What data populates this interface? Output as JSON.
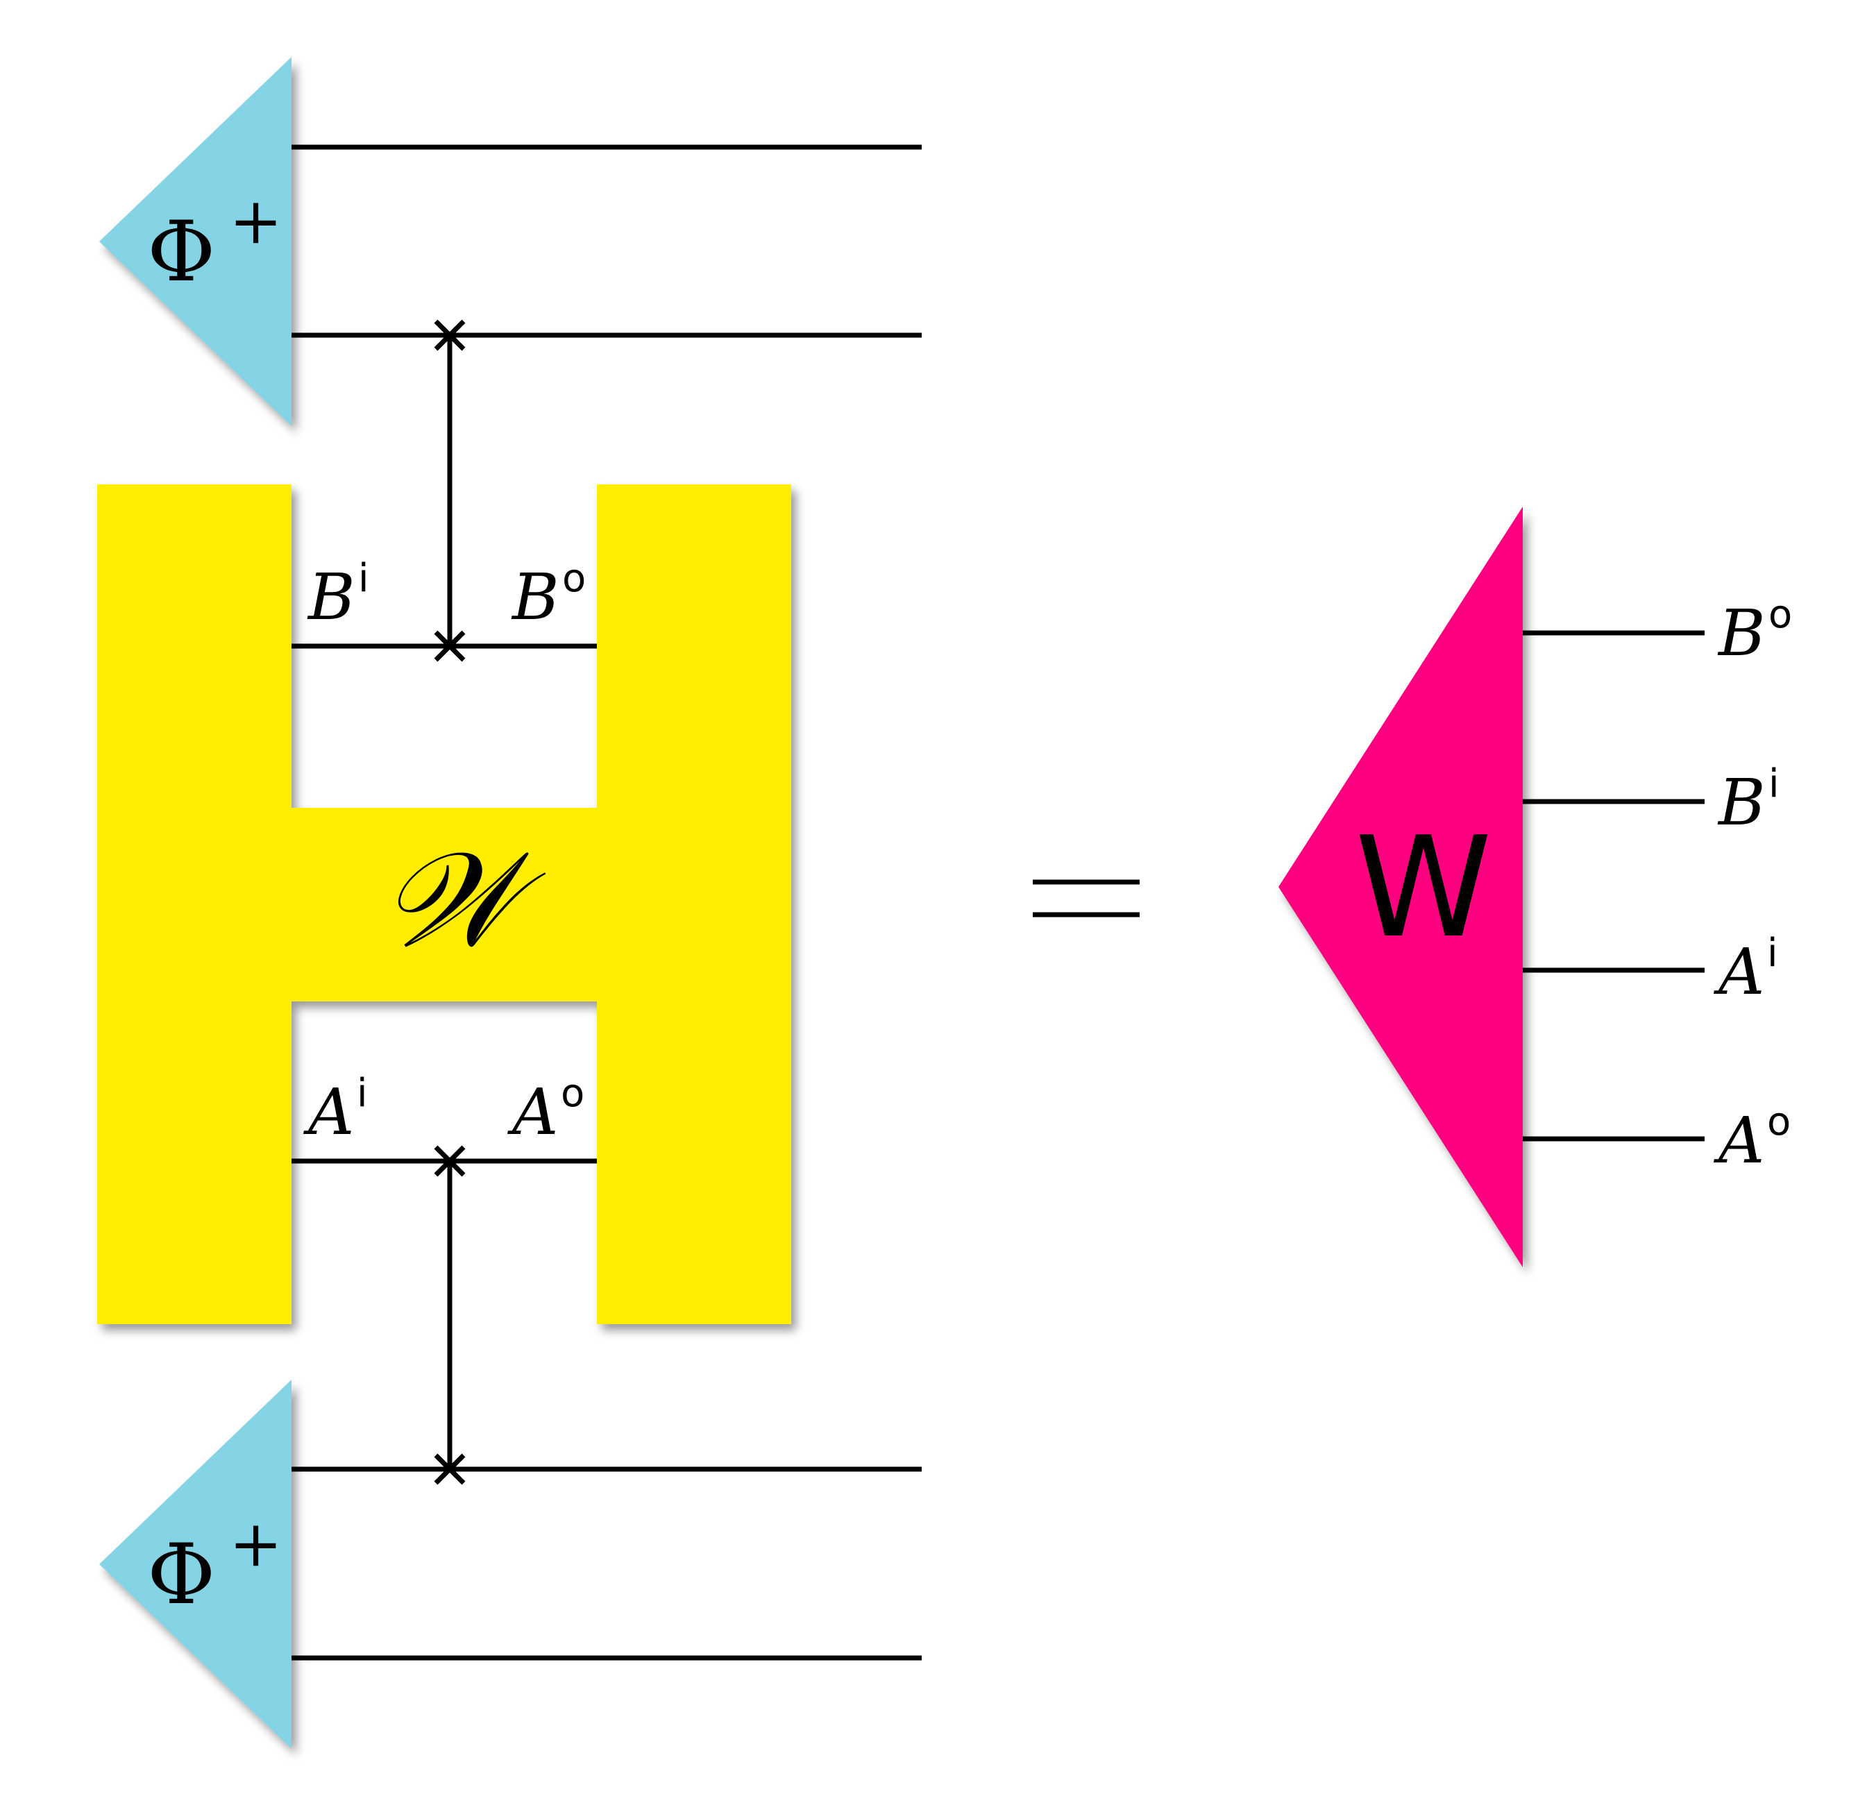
{
  "colors": {
    "state_triangle": "#85D4E5",
    "channel_H": "#FFEE00",
    "result_triangle": "#FF0080",
    "wire": "#000000"
  },
  "top_state": {
    "symbol": "Φ",
    "superscript": "+"
  },
  "bottom_state": {
    "symbol": "Φ",
    "superscript": "+"
  },
  "channel": {
    "symbol": "𝒲"
  },
  "channel_ports": {
    "b_in": {
      "base": "B",
      "sup": "i"
    },
    "b_out": {
      "base": "B",
      "sup": "o"
    },
    "a_in": {
      "base": "A",
      "sup": "i"
    },
    "a_out": {
      "base": "A",
      "sup": "o"
    }
  },
  "equals": "=",
  "result": {
    "symbol": "W"
  },
  "result_ports": [
    {
      "base": "B",
      "sup": "o"
    },
    {
      "base": "B",
      "sup": "i"
    },
    {
      "base": "A",
      "sup": "i"
    },
    {
      "base": "A",
      "sup": "o"
    }
  ]
}
